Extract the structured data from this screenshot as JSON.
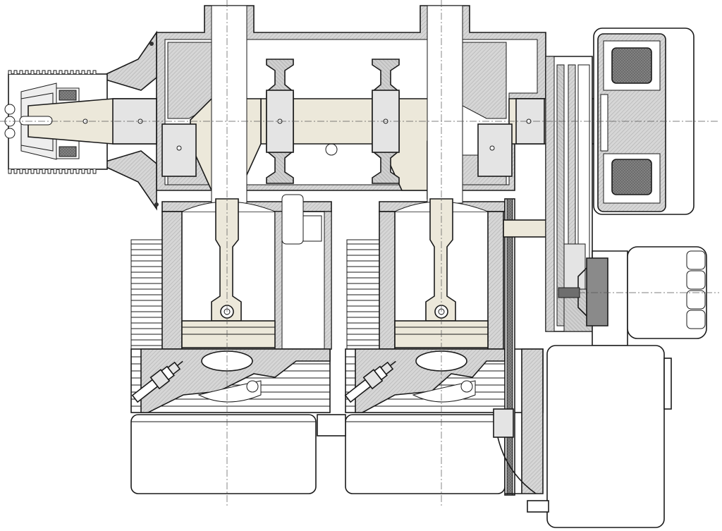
{
  "title": "",
  "colors": {
    "background": "#ffffff",
    "outline": "#1a1a1a",
    "casing_hatch": "#d6d6d6",
    "casing_dark": "#bdbdbd",
    "shaft_beige": "#ece8da",
    "bearing_grey": "#e4e4e4",
    "coil_dark": "#808080",
    "rotor_dark": "#6e6e6e",
    "fin_white": "#ffffff"
  },
  "components": [
    "propeller-hub",
    "crankcase",
    "crankshaft",
    "main-bearings",
    "connecting-rods",
    "pistons",
    "cylinders-with-cooling-fins",
    "cylinder-heads",
    "spark-plugs",
    "cam-drive-belt",
    "ignition-generator",
    "starter-motor",
    "carburetor-housing"
  ]
}
